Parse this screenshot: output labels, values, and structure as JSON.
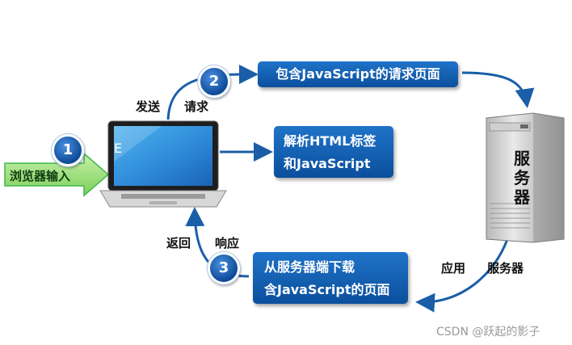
{
  "step_badges": [
    "1",
    "2",
    "3"
  ],
  "input_label": "浏览器输入",
  "send_label": "发送",
  "request_label": "请求",
  "return_label": "返回",
  "response_label": "响应",
  "request_box": "包含JavaScript的请求页面",
  "parse_box": [
    "解析HTML标签",
    "和JavaScript"
  ],
  "response_box": [
    "从服务器端下载",
    "含JavaScript的页面"
  ],
  "app_label": "应用",
  "server_label": "服务器",
  "server_chars": [
    "服",
    "务",
    "器"
  ],
  "laptop_screen_text": "E",
  "watermark": "CSDN @跃起的影子",
  "colors": {
    "box_blue": "#0b5fb8",
    "arrow_blue": "#1a5ea8",
    "input_arrow": "#3fb84a"
  }
}
